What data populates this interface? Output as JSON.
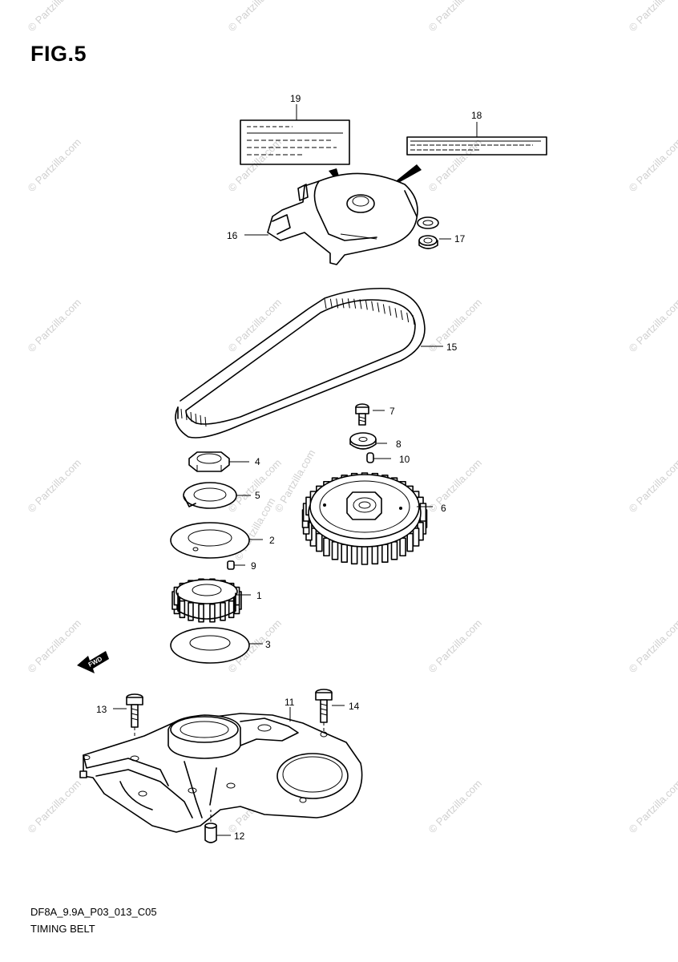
{
  "figure": {
    "title": "FIG.5",
    "diagram_code": "DF8A_9.9A_P03_013_C05",
    "caption": "TIMING BELT"
  },
  "watermark": "© Partzilla.com",
  "direction_marker": "FWD",
  "callouts": {
    "p1": "1",
    "p2": "2",
    "p3": "3",
    "p4": "4",
    "p5": "5",
    "p6": "6",
    "p7": "7",
    "p8": "8",
    "p9": "9",
    "p10": "10",
    "p11": "11",
    "p12": "12",
    "p13": "13",
    "p14": "14",
    "p15": "15",
    "p16": "16",
    "p17": "17",
    "p18": "18",
    "p19": "19"
  }
}
